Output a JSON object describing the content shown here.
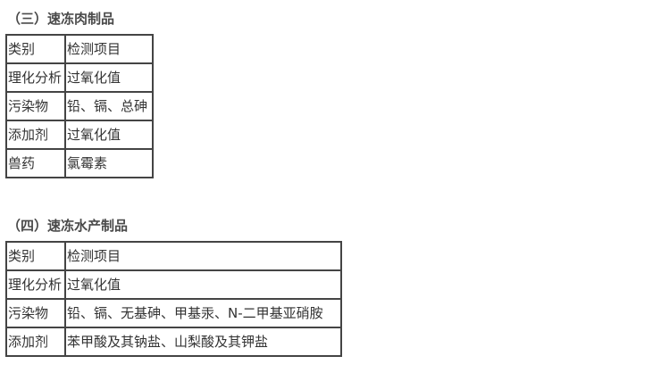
{
  "sections": [
    {
      "title": "（三）速冻肉制品",
      "rows": [
        [
          "类别",
          "检测项目"
        ],
        [
          "理化分析",
          "过氧化值"
        ],
        [
          "污染物",
          "铅、镉、总砷"
        ],
        [
          "添加剂",
          "过氧化值"
        ],
        [
          "兽药",
          "氯霉素"
        ]
      ]
    },
    {
      "title": "（四）速冻水产制品",
      "rows": [
        [
          "类别",
          "检测项目"
        ],
        [
          "理化分析",
          "过氧化值"
        ],
        [
          "污染物",
          "铅、镉、无基砷、甲基汞、N-二甲基亚硝胺"
        ],
        [
          "添加剂",
          "苯甲酸及其钠盐、山梨酸及其钾盐"
        ]
      ]
    }
  ]
}
